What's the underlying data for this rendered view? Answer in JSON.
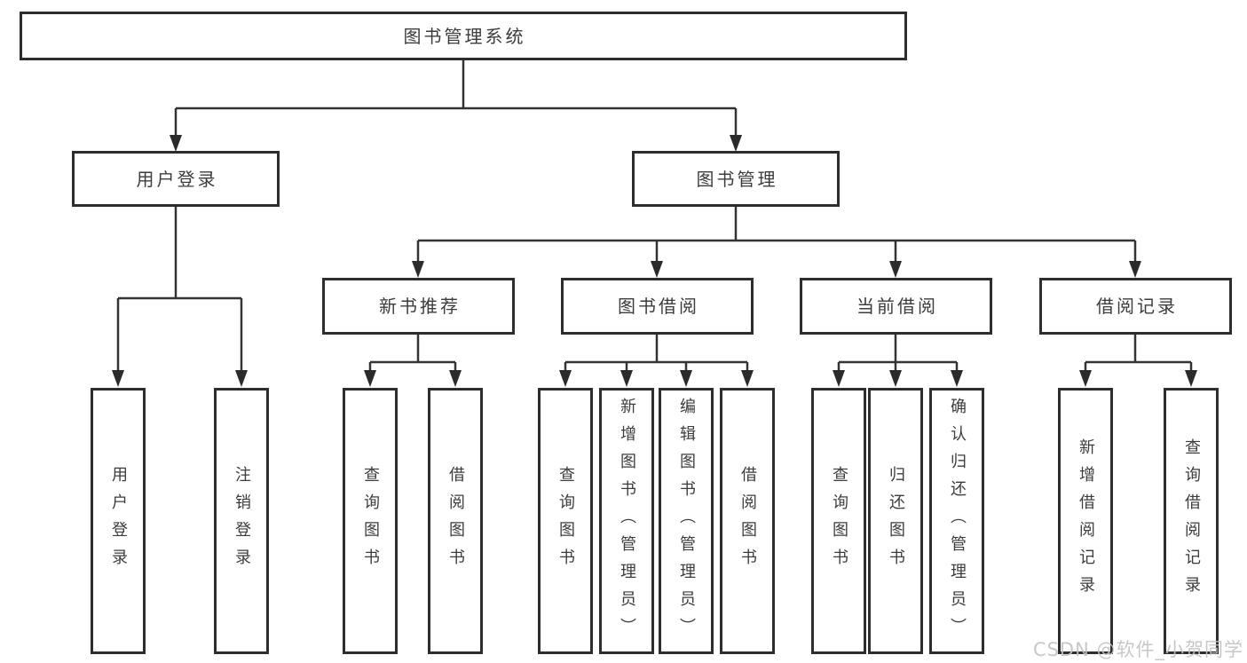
{
  "diagram": {
    "root": {
      "label": "图书管理系统"
    },
    "level2": [
      {
        "id": "user-login",
        "label": "用户登录"
      },
      {
        "id": "book-management",
        "label": "图书管理"
      }
    ],
    "level3": [
      {
        "id": "new-book-recommend",
        "label": "新书推荐"
      },
      {
        "id": "book-borrow",
        "label": "图书借阅"
      },
      {
        "id": "current-borrow",
        "label": "当前借阅"
      },
      {
        "id": "borrow-records",
        "label": "借阅记录"
      }
    ],
    "leaves": [
      {
        "id": "user-login-leaf",
        "label": "用户登录"
      },
      {
        "id": "logout-leaf",
        "label": "注销登录"
      },
      {
        "id": "query-books-recommend",
        "label": "查询图书"
      },
      {
        "id": "borrow-books-recommend",
        "label": "借阅图书"
      },
      {
        "id": "query-books-borrow",
        "label": "查询图书"
      },
      {
        "id": "add-books-admin",
        "label": "新增图书（管理员）"
      },
      {
        "id": "edit-books-admin",
        "label": "编辑图书（管理员）"
      },
      {
        "id": "borrow-books-borrow",
        "label": "借阅图书"
      },
      {
        "id": "query-books-current",
        "label": "查询图书"
      },
      {
        "id": "return-books",
        "label": "归还图书"
      },
      {
        "id": "confirm-return-admin",
        "label": "确认归还（管理员）"
      },
      {
        "id": "add-borrow-record",
        "label": "新增借阅记录"
      },
      {
        "id": "query-borrow-record",
        "label": "查询借阅记录"
      }
    ],
    "colors": {
      "line": "#333333",
      "border": "#2d2d2d",
      "text": "#3c3c3c",
      "watermark": "#c2c2c2",
      "background": "#ffffff"
    }
  },
  "watermark": {
    "text": "CSDN @软件_小贺同学"
  }
}
